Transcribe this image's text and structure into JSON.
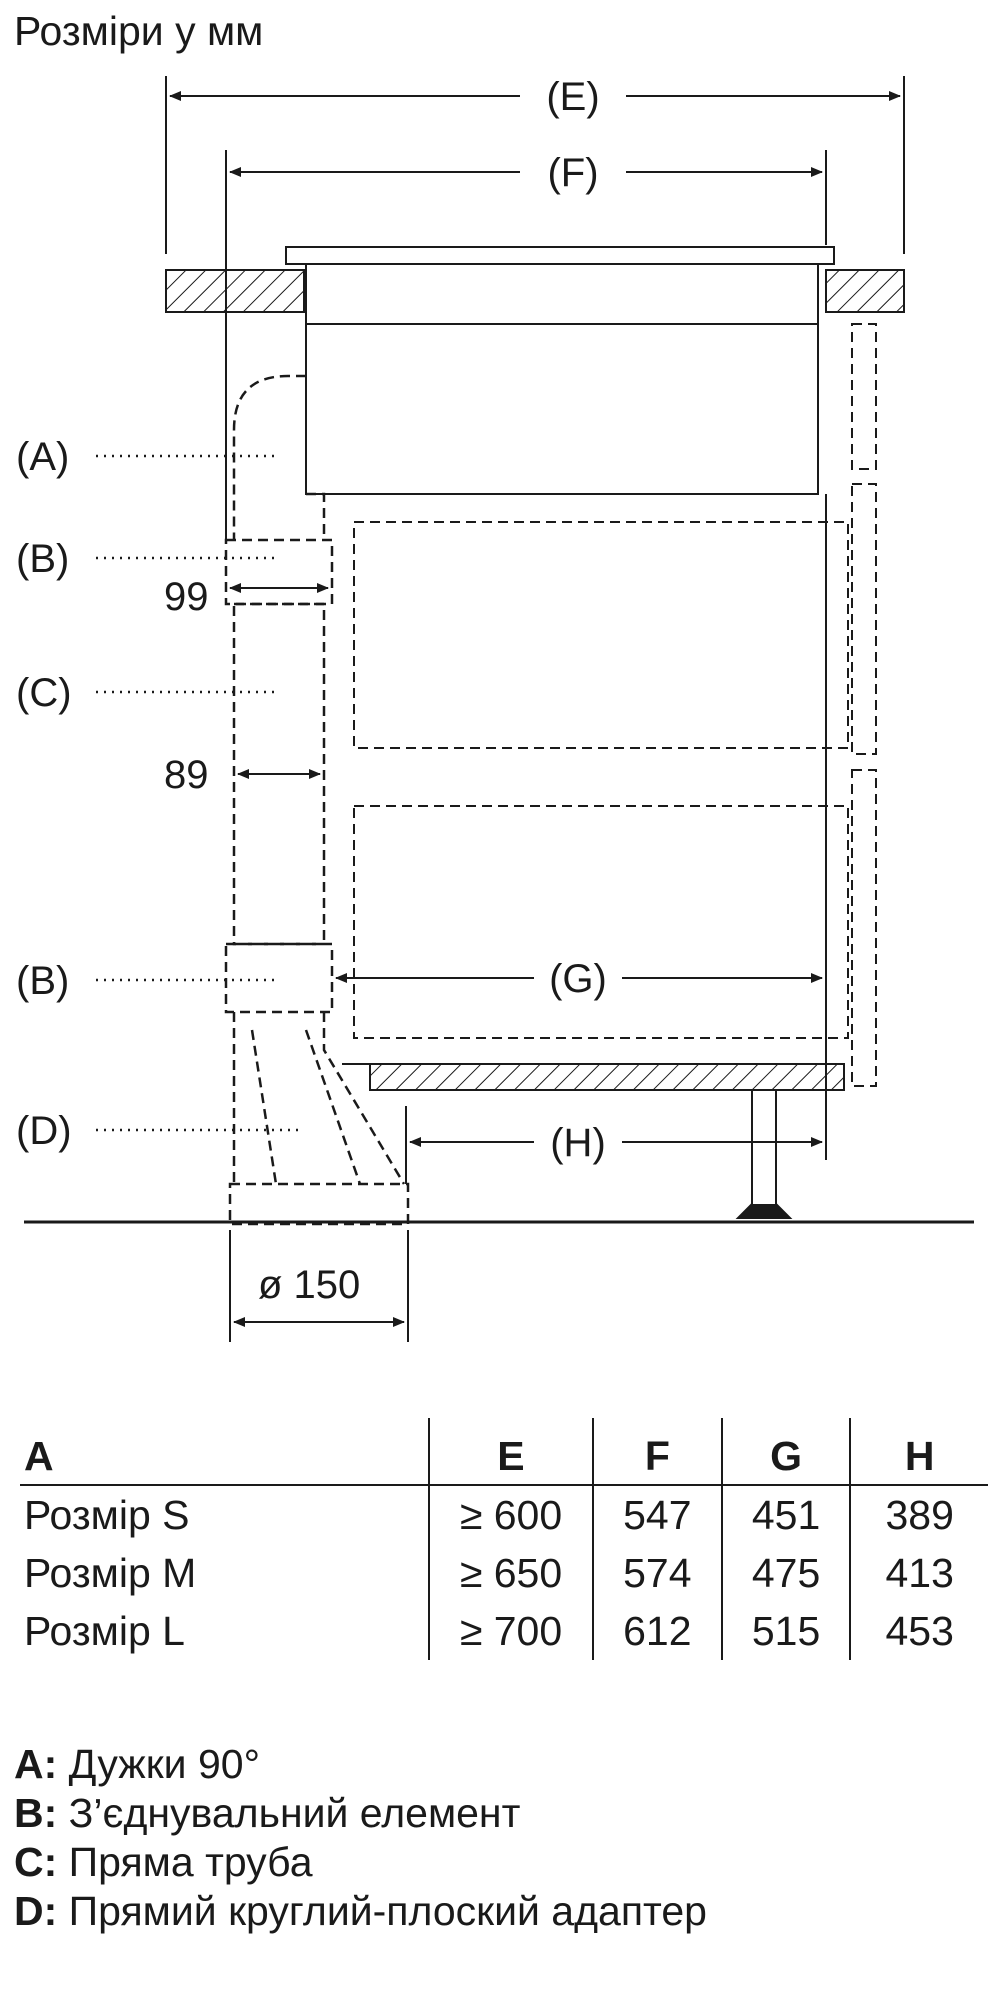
{
  "title": "Розміри у мм",
  "diagram": {
    "labels": {
      "E": "(E)",
      "F": "(F)",
      "G": "(G)",
      "H": "(H)",
      "A": "(A)",
      "B1": "(B)",
      "C": "(C)",
      "B2": "(B)",
      "D": "(D)"
    },
    "dims": {
      "d99": "99",
      "d89": "89",
      "diameter": "ø 150"
    }
  },
  "table": {
    "headers": [
      "A",
      "E",
      "F",
      "G",
      "H"
    ],
    "rows": [
      [
        "Розмір S",
        "≥ 600",
        "547",
        "451",
        "389"
      ],
      [
        "Розмір M",
        "≥ 650",
        "574",
        "475",
        "413"
      ],
      [
        "Розмір L",
        "≥ 700",
        "612",
        "515",
        "453"
      ]
    ]
  },
  "legend": [
    {
      "key": "A:",
      "text": "Дужки 90°"
    },
    {
      "key": "B:",
      "text": "З’єднувальний елемент"
    },
    {
      "key": "C:",
      "text": "Пряма труба"
    },
    {
      "key": "D:",
      "text": "Прямий круглий-плоский адаптер"
    }
  ]
}
